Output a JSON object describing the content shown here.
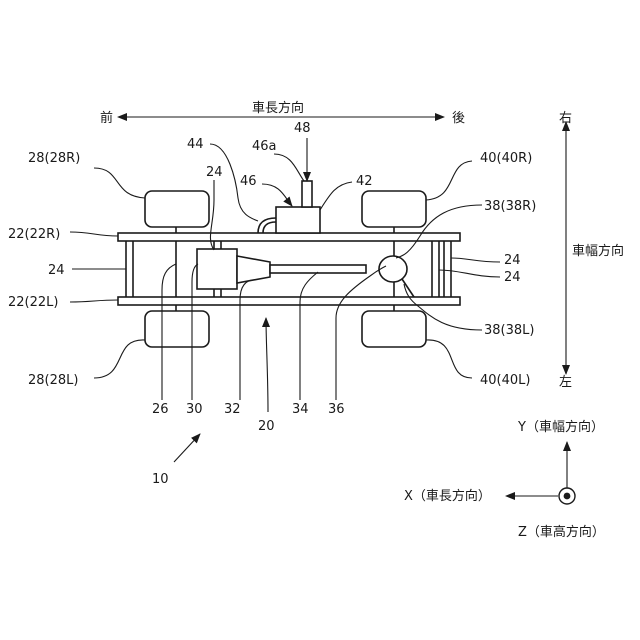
{
  "directions": {
    "front": "前",
    "rear": "後",
    "vehicle_length": "車長方向",
    "right": "右",
    "left": "左",
    "vehicle_width": "車幅方向"
  },
  "labels": {
    "wheel_front_right": "28(28R)",
    "wheel_front_left": "28(28L)",
    "wheel_rear_right": "40(40R)",
    "wheel_rear_left": "40(40L)",
    "side_rail_right": "22(22R)",
    "side_rail_left": "22(22L)",
    "cross_member_left": "24",
    "cross_member_top": "24",
    "cross_member_right_upper": "24",
    "cross_member_right_lower": "24",
    "label_44": "44",
    "label_46a": "46a",
    "label_46": "46",
    "label_48": "48",
    "label_42": "42",
    "axle_right": "38(38R)",
    "axle_left": "38(38L)",
    "label_26": "26",
    "label_30": "30",
    "label_32": "32",
    "label_34": "34",
    "label_36": "36",
    "label_20": "20",
    "label_10": "10"
  },
  "axes": {
    "y_axis": "Y（車幅方向）",
    "x_axis": "X（車長方向）",
    "z_axis": "Z（車高方向）"
  }
}
